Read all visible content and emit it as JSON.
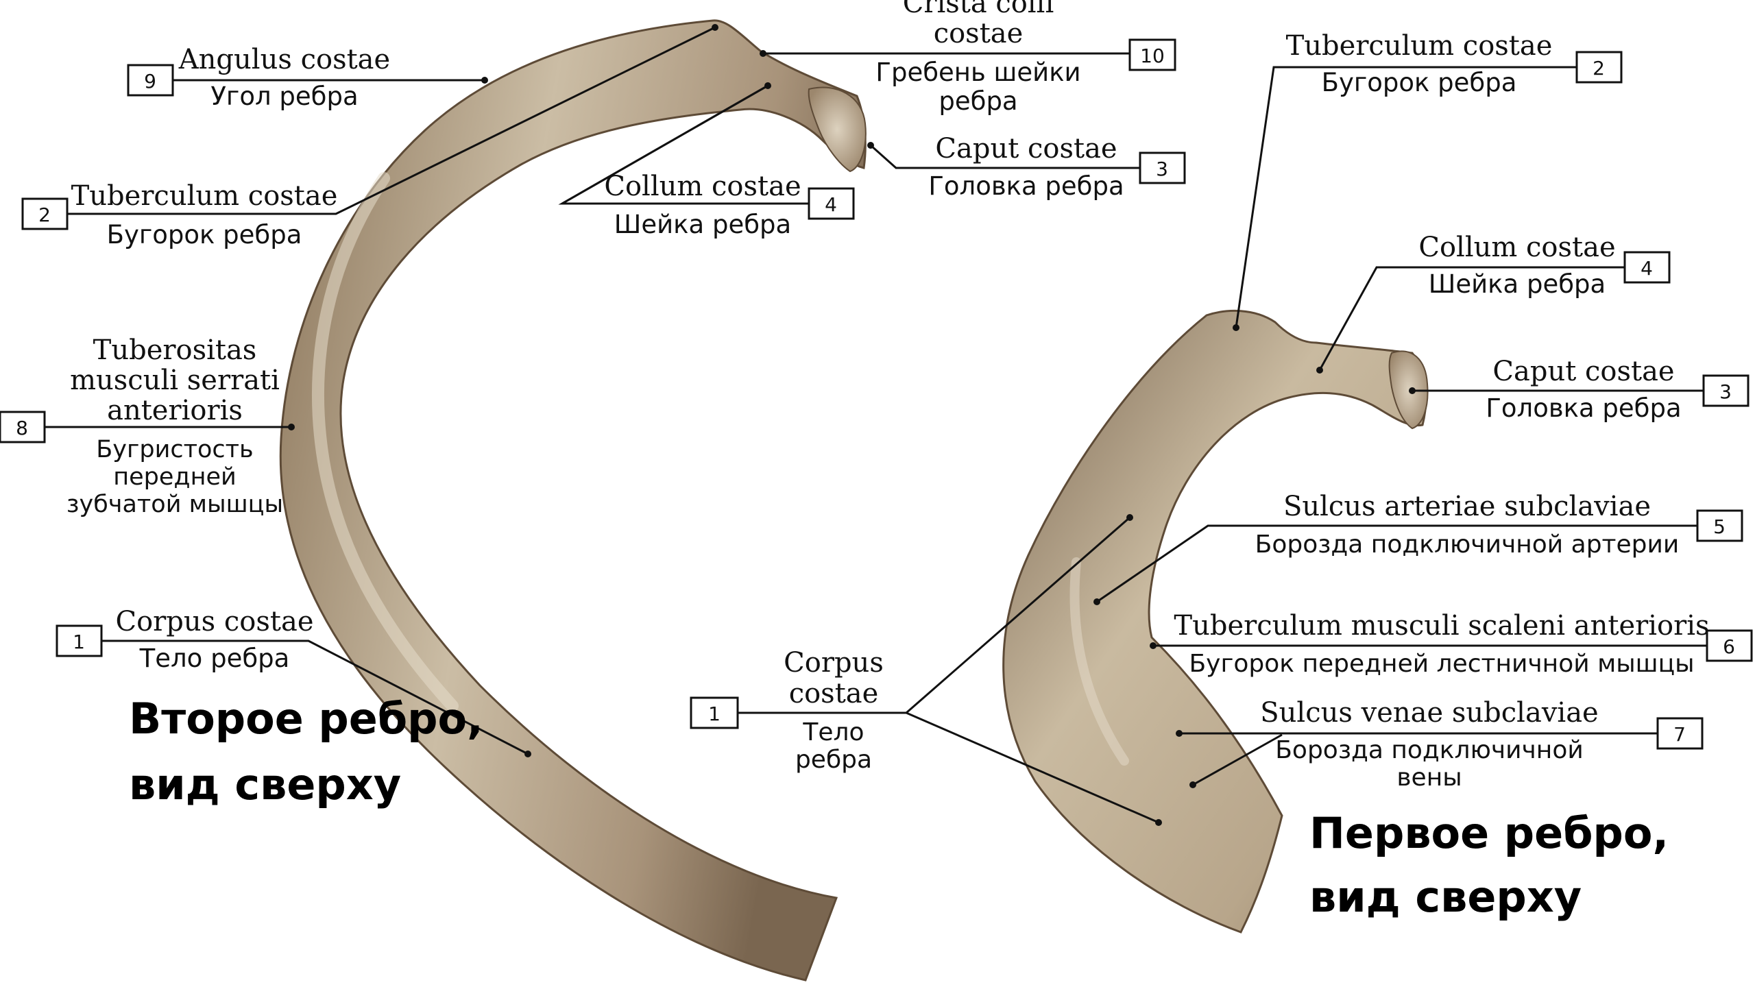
{
  "captions": {
    "second_rib": [
      "Второе ребро,",
      "вид сверху"
    ],
    "first_rib": [
      "Первое ребро,",
      "вид сверху"
    ]
  },
  "colors": {
    "bone_light": "#d9cdb8",
    "bone_mid": "#b3a085",
    "bone_dark": "#6e5a44",
    "ink": "#111111"
  },
  "labels": [
    {
      "id": "r2-angulus",
      "num": "9",
      "latin": [
        "Angulus costae"
      ],
      "ru": [
        "Угол ребра"
      ]
    },
    {
      "id": "r2-crista",
      "num": "10",
      "latin": [
        "Crista colli",
        "costae"
      ],
      "ru": [
        "Гребень шейки",
        "ребра"
      ]
    },
    {
      "id": "r2-tuberculum",
      "num": "2",
      "latin": [
        "Tuberculum costae"
      ],
      "ru": [
        "Бугорок ребра"
      ]
    },
    {
      "id": "r2-caput",
      "num": "3",
      "latin": [
        "Caput costae"
      ],
      "ru": [
        "Головка ребра"
      ]
    },
    {
      "id": "r2-collum",
      "num": "4",
      "latin": [
        "Collum costae"
      ],
      "ru": [
        "Шейка ребра"
      ]
    },
    {
      "id": "r2-tuberositas",
      "num": "8",
      "latin": [
        "Tuberositas",
        "musculi serrati",
        "anterioris"
      ],
      "ru": [
        "Бугристость",
        "передней",
        "зубчатой мышцы"
      ]
    },
    {
      "id": "r2-corpus",
      "num": "1",
      "latin": [
        "Corpus costae"
      ],
      "ru": [
        "Тело ребра"
      ]
    },
    {
      "id": "r1-tuberculum",
      "num": "2",
      "latin": [
        "Tuberculum costae"
      ],
      "ru": [
        "Бугорок ребра"
      ]
    },
    {
      "id": "r1-collum",
      "num": "4",
      "latin": [
        "Collum costae"
      ],
      "ru": [
        "Шейка ребра"
      ]
    },
    {
      "id": "r1-caput",
      "num": "3",
      "latin": [
        "Caput costae"
      ],
      "ru": [
        "Головка ребра"
      ]
    },
    {
      "id": "r1-sulcus-art",
      "num": "5",
      "latin": [
        "Sulcus arteriae subclaviae"
      ],
      "ru": [
        "Борозда подключичной артерии"
      ]
    },
    {
      "id": "r1-tuberculum-scal",
      "num": "6",
      "latin": [
        "Tuberculum musculi scaleni anterioris"
      ],
      "ru": [
        "Бугорок передней лестничной мышцы"
      ]
    },
    {
      "id": "r1-sulcus-ven",
      "num": "7",
      "latin": [
        "Sulcus venae subclaviae"
      ],
      "ru": [
        "Борозда подключичной",
        "вены"
      ]
    },
    {
      "id": "r1-corpus",
      "num": "1",
      "latin": [
        "Corpus",
        "costae"
      ],
      "ru": [
        "Тело",
        "ребра"
      ]
    }
  ]
}
